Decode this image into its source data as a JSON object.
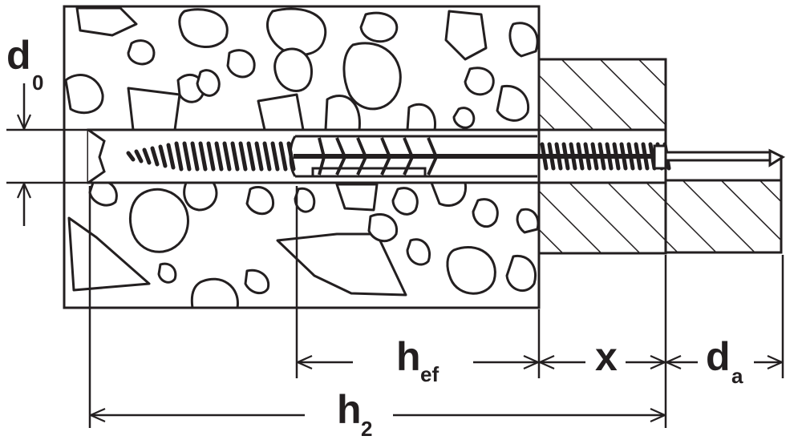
{
  "labels": {
    "d0": {
      "main": "d",
      "sub": "0"
    },
    "hef": {
      "main": "h",
      "sub": "ef"
    },
    "x": {
      "main": "x"
    },
    "da": {
      "main": "d",
      "sub": "a"
    },
    "h2": {
      "main": "h",
      "sub": "2"
    }
  },
  "colors": {
    "line": "#231f20",
    "fill": "#ffffff"
  }
}
